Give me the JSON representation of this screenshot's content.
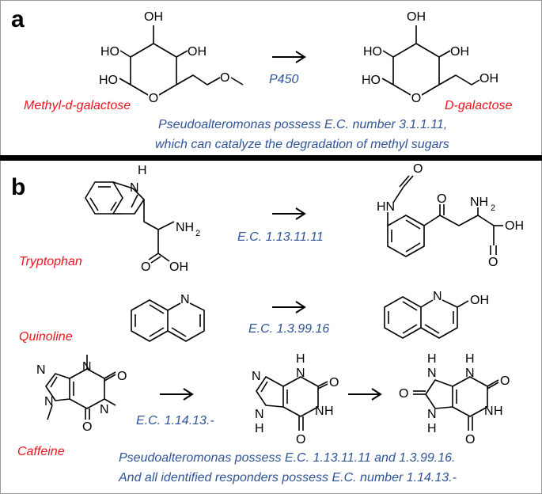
{
  "panels": {
    "a": {
      "letter": "a",
      "reactant_name": "Methyl-d-galactose",
      "product_name": "D-galactose",
      "enzyme": "P450",
      "note_line1": "Pseudoalteromonas possess E.C. number 3.1.1.11,",
      "note_line2": "which can catalyze the degradation of methyl sugars",
      "reactant_labels": {
        "oh_top": "OH",
        "ho_left": "HO",
        "oh_right": "OH",
        "ho_bottom": "HO",
        "o_ring": "O",
        "o_methyl": "O"
      },
      "product_labels": {
        "oh_top": "OH",
        "ho_left": "HO",
        "oh_right": "OH",
        "ho_bottom": "HO",
        "o_ring": "O",
        "oh_chain": "OH"
      }
    },
    "b": {
      "letter": "b",
      "row1": {
        "reactant_name": "Tryptophan",
        "enzyme": "E.C. 1.13.11.11",
        "reactant_labels": {
          "nh": "H",
          "n": "N",
          "nh2": "NH",
          "sub2": "2",
          "o": "O",
          "oh": "OH"
        },
        "product_labels": {
          "o_formyl": "O",
          "hn": "HN",
          "o_ketone": "O",
          "nh2": "NH",
          "sub2": "2",
          "oh": "OH",
          "o_acid": "O"
        }
      },
      "row2": {
        "reactant_name": "Quinoline",
        "enzyme": "E.C. 1.3.99.16",
        "reactant_labels": {
          "n": "N"
        },
        "product_labels": {
          "n": "N",
          "oh": "OH"
        }
      },
      "row3": {
        "reactant_name": "Caffeine",
        "enzyme": "E.C. 1.14.13.-",
        "caffeine_labels": {
          "n1": "N",
          "n3": "N",
          "n7": "N",
          "n9": "N",
          "o1": "O",
          "o2": "O"
        },
        "xanthine_labels": {
          "h1": "H",
          "n1": "N",
          "n3": "N",
          "h3": "H",
          "n7": "N",
          "n9": "N",
          "h9": "H",
          "o1": "O",
          "o2": "O"
        },
        "urate_labels": {
          "h1": "H",
          "n1": "N",
          "h2": "H",
          "n2": "N",
          "o1": "O",
          "o2": "O",
          "n3": "N",
          "h3": "H",
          "n4": "N",
          "h4": "H",
          "o3": "O"
        }
      },
      "note_line1": "Pseudoalteromonas possess E.C. 1.13.11.11 and 1.3.99.16.",
      "note_line2": "And all identified responders possess E.C. number 1.14.13.-"
    }
  },
  "colors": {
    "name_red": "#e8141e",
    "enzyme_blue": "#2f5496",
    "divider": "#000000"
  }
}
